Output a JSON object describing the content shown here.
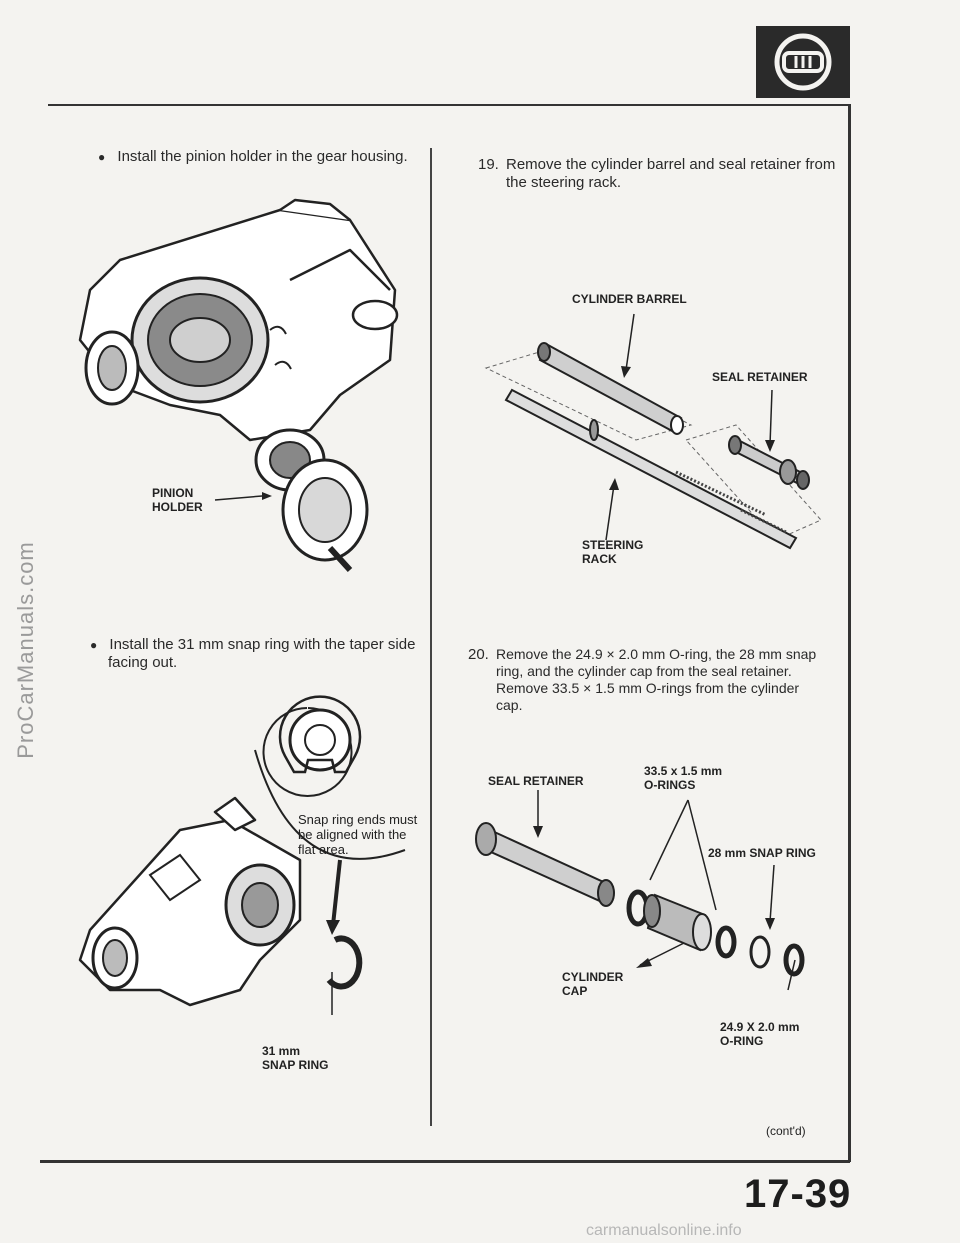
{
  "watermark": {
    "sidebar": "ProCarManuals.com",
    "footer": "carmanualsonline.info"
  },
  "header": {
    "icon": "steering-section-icon"
  },
  "left": {
    "step1": "Install the pinion holder in the gear housing.",
    "pinion_holder_label": [
      "PINION",
      "HOLDER"
    ],
    "step2_line1": "Install the 31 mm snap ring with the taper side",
    "step2_line2": "facing out.",
    "snap_note": [
      "Snap ring ends must",
      "be aligned with the",
      "flat area."
    ],
    "snap_ring_label": [
      "31 mm",
      "SNAP RING"
    ]
  },
  "right": {
    "step19_num": "19.",
    "step19_line1": "Remove the cylinder barrel and seal retainer from",
    "step19_line2": "the steering rack.",
    "cylinder_barrel_label": "CYLINDER BARREL",
    "seal_retainer_label": "SEAL RETAINER",
    "steering_rack_label": [
      "STEERING",
      "RACK"
    ],
    "step20_num": "20.",
    "step20_lines": [
      "Remove the 24.9 × 2.0 mm O-ring, the 28 mm snap",
      "ring, and the cylinder cap from the seal retainer.",
      "Remove 33.5 × 1.5 mm O-rings from the cylinder",
      "cap."
    ],
    "seal_retainer_label2": "SEAL RETAINER",
    "orings_label": [
      "33.5 x 1.5 mm",
      "O-RINGS"
    ],
    "snap_ring_28_label": "28 mm SNAP RING",
    "cylinder_cap_label": [
      "CYLINDER",
      "CAP"
    ],
    "oring_249_label": [
      "24.9 X 2.0 mm",
      "O-RING"
    ],
    "contd": "(cont'd)"
  },
  "footer": {
    "page_number": "17-39"
  }
}
